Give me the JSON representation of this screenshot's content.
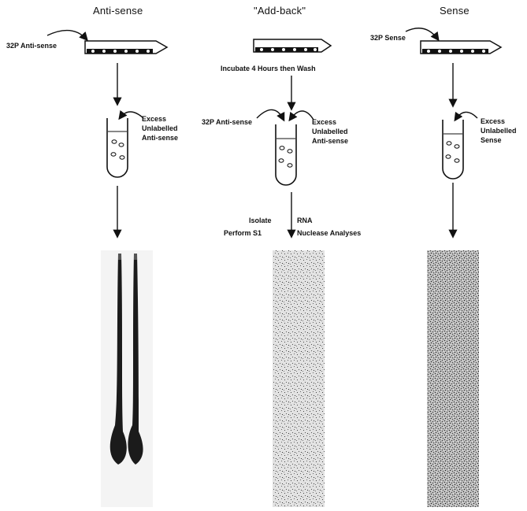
{
  "columns": [
    {
      "title": "Anti-sense",
      "probe_label": "32P Anti-sense",
      "excess_label": [
        "Excess",
        "Unlabelled",
        "Anti-sense"
      ]
    },
    {
      "title": "\"Add-back\"",
      "incubate_label": "Incubate 4 Hours then Wash",
      "probe_label": "32P Anti-sense",
      "excess_label": [
        "Excess",
        "Unlabelled",
        "Anti-sense"
      ],
      "step_left": [
        "Isolate",
        "Perform S1"
      ],
      "step_right": [
        "RNA",
        "Nuclease Analyses"
      ]
    },
    {
      "title": "Sense",
      "probe_label": "32P Sense",
      "excess_label": [
        "Excess",
        "Unlabelled",
        "Sense"
      ]
    }
  ],
  "colors": {
    "ink": "#111111",
    "gel_light": "#e6e6e6"
  }
}
